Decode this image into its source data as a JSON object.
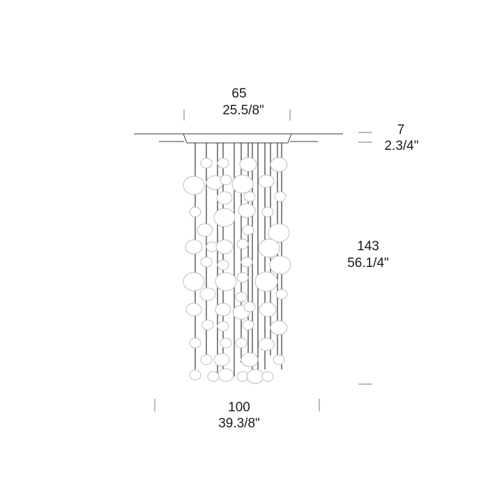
{
  "dimensions": {
    "canopy_width": {
      "metric": "65",
      "imperial": "25.5/8\""
    },
    "canopy_height": {
      "metric": "7",
      "imperial": "2.3/4\""
    },
    "drop_height": {
      "metric": "143",
      "imperial": "56.1/4\""
    },
    "overall_width": {
      "metric": "100",
      "imperial": "39.3/8\""
    }
  },
  "colors": {
    "line": "#222222",
    "outline": "#bdbdbd",
    "text": "#1a1a1a"
  }
}
